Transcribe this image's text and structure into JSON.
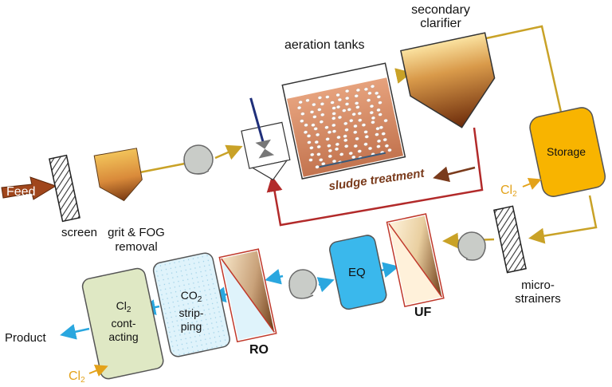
{
  "labels": {
    "feed": "Feed",
    "screen": "screen",
    "grit_fog": [
      "grit & FOG",
      "removal"
    ],
    "aeration_tanks": "aeration tanks",
    "secondary_clarifier": [
      "secondary",
      "clarifier"
    ],
    "sludge_treatment": "sludge treatment",
    "storage": "Storage",
    "cl2_storage": {
      "base": "Cl",
      "sub": "2"
    },
    "micro_strainers": [
      "micro-",
      "strainers"
    ],
    "uf": "UF",
    "eq": "EQ",
    "ro": "RO",
    "co2_stripping": {
      "line1_base": "CO",
      "line1_sub": "2",
      "line2": "strip-",
      "line3": "ping"
    },
    "cl2_contacting": {
      "line1_base": "Cl",
      "line1_sub": "2",
      "line2": "cont-",
      "line3": "acting"
    },
    "product": "Product",
    "cl2_bottom": {
      "base": "Cl",
      "sub": "2"
    }
  },
  "colors": {
    "pipe_upper": "#c9a227",
    "pipe_lower": "#2aa7df",
    "sludge_line": "#b22a2a",
    "sludge_text": "#7a3b1c",
    "storage_fill": "#f8b400",
    "eq_fill": "#3ab8ec",
    "co2_fill": "#dff3fb",
    "cl2_fill": "#dfe8c4",
    "feed_arrow": "#a0461c",
    "cl2_text": "#e3a21a"
  }
}
